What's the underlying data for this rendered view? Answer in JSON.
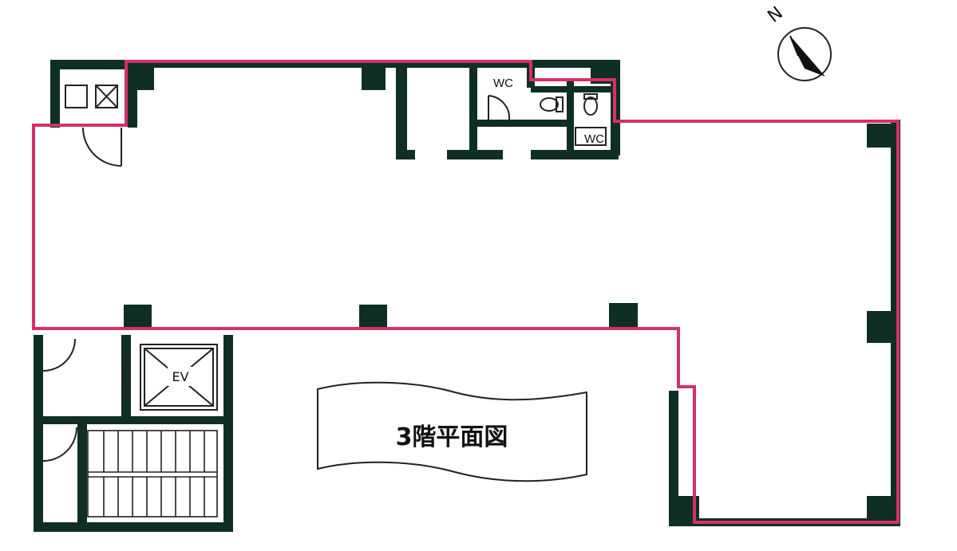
{
  "floor_plan": {
    "title": "3階平面図",
    "north_label": "N",
    "elevator_label": "EV",
    "wc_labels": [
      "WC",
      "WC"
    ]
  },
  "colors": {
    "outline": "#d4306a",
    "wall": "#0f2e24",
    "line": "#222222",
    "background": "#ffffff"
  }
}
